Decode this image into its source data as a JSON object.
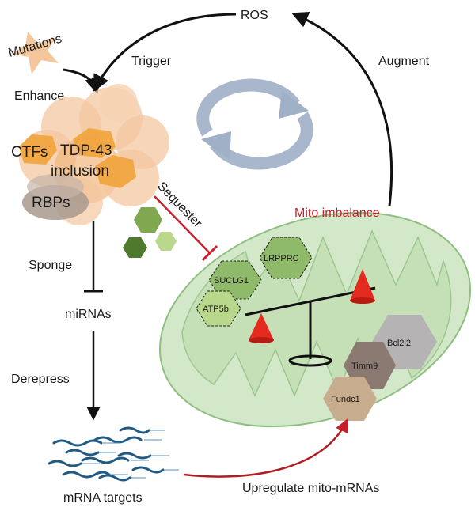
{
  "labels": {
    "ros": "ROS",
    "trigger": "Trigger",
    "augment": "Augment",
    "mutations": "Mutations",
    "enhance": "Enhance",
    "ctfs": "CTFs",
    "tdp43": "TDP-43",
    "inclusion": "inclusion",
    "rbps": "RBPs",
    "sequester": "Sequester",
    "mito_imbalance": "Mito imbalance",
    "sponge": "Sponge",
    "mirnas": "miRNAs",
    "derepress": "Derepress",
    "mrna_targets": "mRNA targets",
    "upregulate": "Upregulate mito-mRNAs",
    "suclg1": "SUCLG1",
    "lrpprc": "LRPPRC",
    "atp5b": "ATP5b",
    "bcl2l2": "Bcl2l2",
    "timm9": "Timm9",
    "fundc1": "Fundc1"
  },
  "colors": {
    "inhibit_red": "#c8202a",
    "mito_fill": "#d3e8c9",
    "mito_stroke": "#8fbf80",
    "inclusion_peach": "#f3c7a0",
    "inclusion_orange": "#f1a33a",
    "rbp_gray": "#b6a79d",
    "cycle_blue": "#9fb0c7",
    "green_dark": "#4f7a2e",
    "green_mid": "#7fa84f",
    "green_light": "#b9d88c"
  }
}
